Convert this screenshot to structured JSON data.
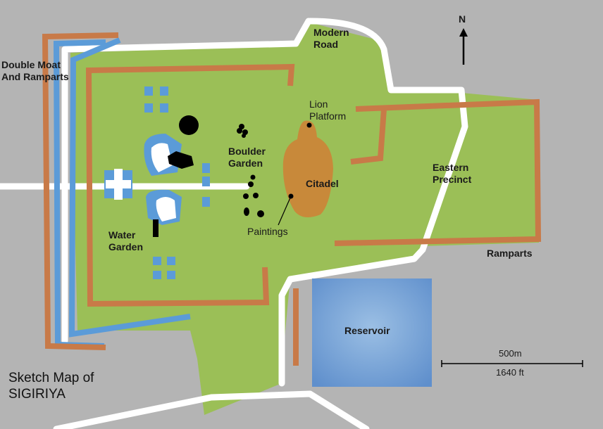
{
  "title": [
    "Sketch Map of",
    "SIGIRIYA"
  ],
  "labels": {
    "modern_road": [
      "Modern",
      "Road"
    ],
    "double_moat": [
      "Double Moat",
      "And Ramparts"
    ],
    "lion_platform": [
      "Lion",
      "Platform"
    ],
    "boulder_garden": [
      "Boulder",
      "Garden"
    ],
    "citadel": "Citadel",
    "eastern_precinct": [
      "Eastern",
      "Precinct"
    ],
    "water_garden": [
      "Water",
      "Garden"
    ],
    "paintings": "Paintings",
    "ramparts": "Ramparts",
    "reservoir": "Reservoir"
  },
  "north_arrow": "N",
  "scale_bar": {
    "metric": "500m",
    "imperial": "1640 ft"
  },
  "colors": {
    "ground": "#b4b4b4",
    "grass": "#9bbf57",
    "rampart": "#c87a48",
    "moat": "#5b9bd8",
    "road": "#ffffff",
    "citadel": "#c8893a",
    "reservoir": "#7aa3d4"
  }
}
